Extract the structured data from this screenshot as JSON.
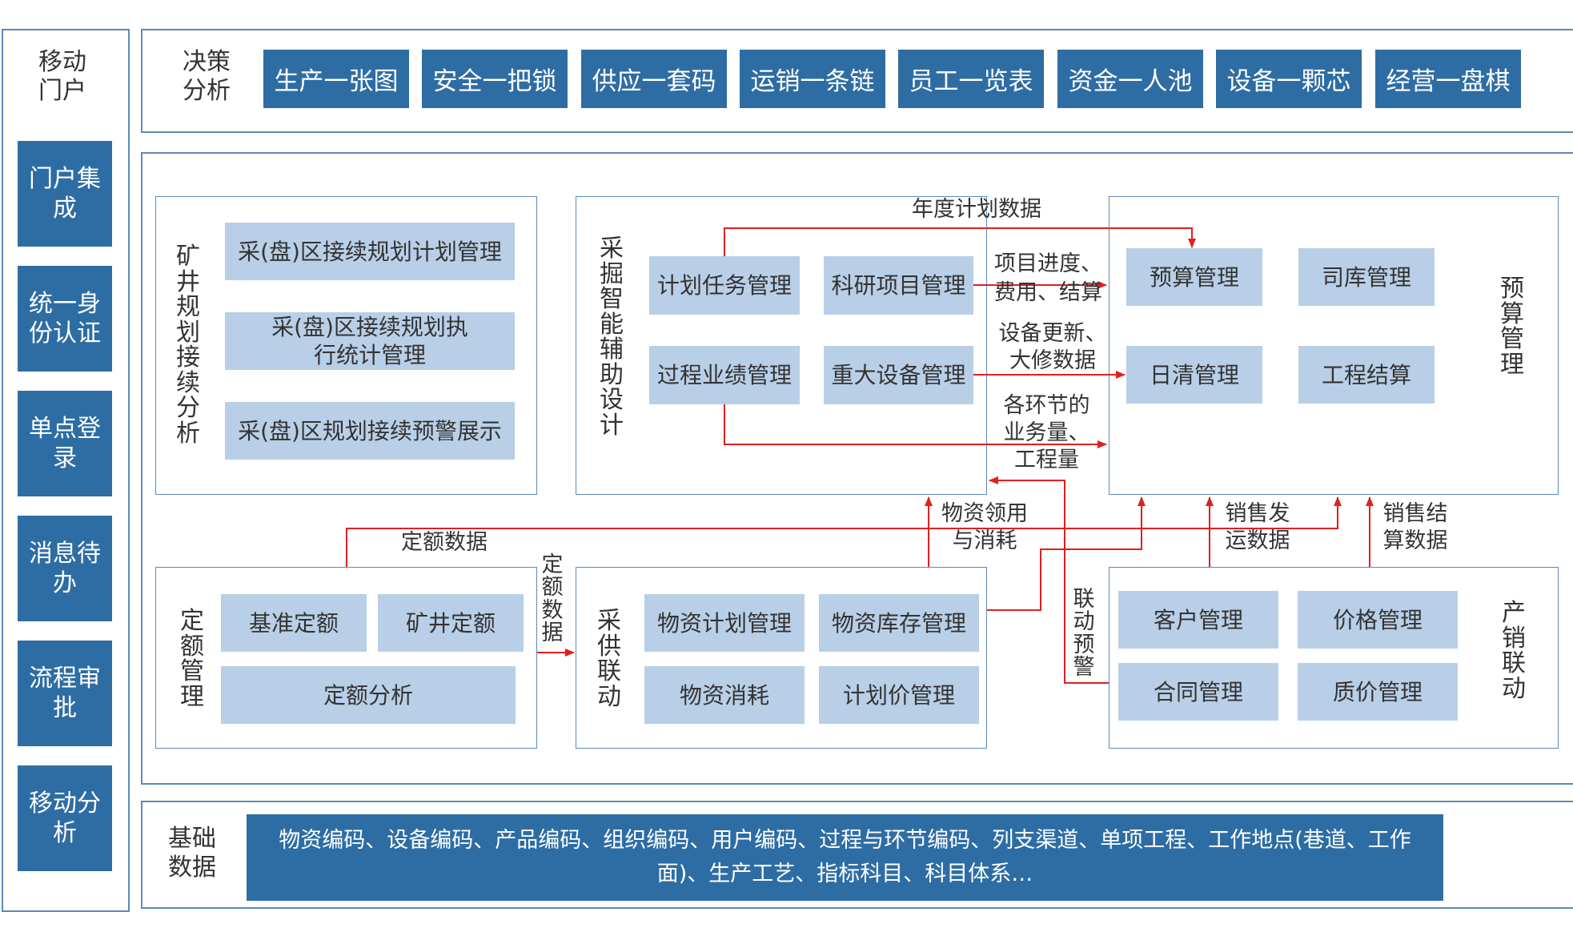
{
  "colors": {
    "dark_blue": "#2e6da4",
    "light_blue": "#b8cfe7",
    "border": "#5b8ab7",
    "arrow": "#e02020"
  },
  "sidebar": {
    "title": "移动门户",
    "items": [
      "门户集成",
      "统一身份认证",
      "单点登录",
      "消息待办",
      "流程审批",
      "移动分析"
    ]
  },
  "decision": {
    "label": "决策分析",
    "items": [
      "生产一张图",
      "安全一把锁",
      "供应一套码",
      "运销一条链",
      "员工一览表",
      "资金一人池",
      "设备一颗芯",
      "经营一盘棋"
    ]
  },
  "mine": {
    "label": "矿井规划接续分析",
    "items": [
      "采(盘)区接续规划计划管理",
      "采(盘)区接续规划执行统计管理",
      "采(盘)区规划接续预警展示"
    ]
  },
  "design": {
    "label": "采掘智能辅助设计",
    "items": [
      "计划任务管理",
      "科研项目管理",
      "过程业绩管理",
      "重大设备管理"
    ]
  },
  "budget": {
    "label": "预算管理",
    "items": [
      "预算管理",
      "司库管理",
      "日清管理",
      "工程结算"
    ]
  },
  "quota": {
    "label": "定额管理",
    "items": [
      "基准定额",
      "矿井定额",
      "定额分析"
    ]
  },
  "supply": {
    "label": "采供联动",
    "items": [
      "物资计划管理",
      "物资库存管理",
      "物资消耗",
      "计划价管理"
    ]
  },
  "sales": {
    "label": "产销联动",
    "items": [
      "客户管理",
      "价格管理",
      "合同管理",
      "质价管理"
    ]
  },
  "flows": {
    "annual": "年度计划数据",
    "progress": "项目进度、费用、结算",
    "equipment": "设备更新、大修数据",
    "workload": "各环节的业务量、工程量",
    "quota_data": "定额数据",
    "quota_data_v": "定额数据",
    "material": "物资领用与消耗",
    "sales_ship": "销售发运数据",
    "sales_settle": "销售结算数据",
    "linkage": "联动预警"
  },
  "base": {
    "label": "基础数据",
    "content": "物资编码、设备编码、产品编码、组织编码、用户编码、过程与环节编码、列支渠道、单项工程、工作地点(巷道、工作面)、生产工艺、指标科目、科目体系…"
  }
}
